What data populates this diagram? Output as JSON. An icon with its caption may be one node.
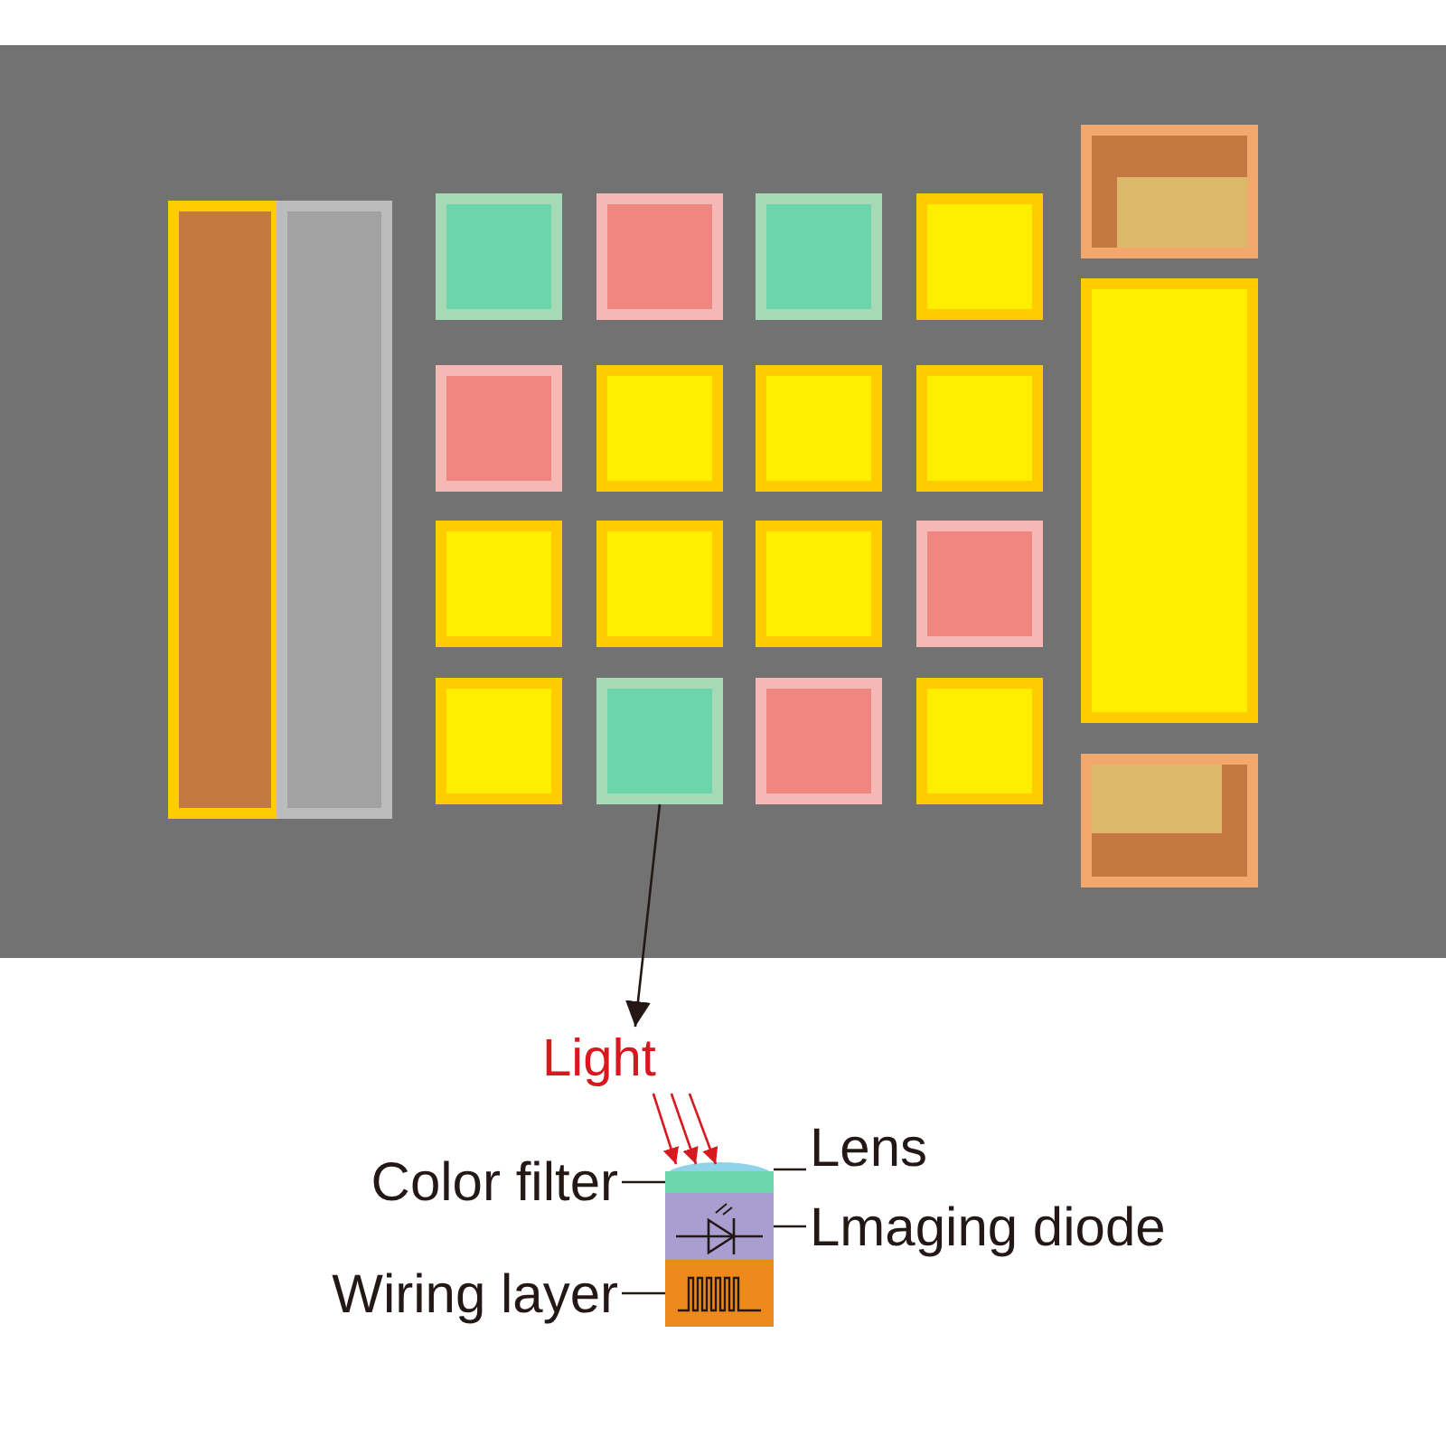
{
  "diagram": {
    "nodes": [
      {
        "text": [],
        "shape": "box"
      },
      {
        "text": [],
        "shape": "box"
      },
      {
        "text": [],
        "shape": "box"
      },
      {
        "text": [],
        "shape": "box"
      },
      {
        "text": [],
        "shape": "box"
      },
      {
        "text": [],
        "shape": "box"
      },
      {
        "text": [],
        "shape": "box"
      },
      {
        "text": [],
        "shape": "box"
      },
      {
        "text": [],
        "shape": "box"
      },
      {
        "text": [],
        "shape": "box"
      },
      {
        "text": [],
        "shape": "box"
      },
      {
        "text": [],
        "shape": "box"
      },
      {
        "text": [],
        "shape": "box"
      },
      {
        "text": [],
        "shape": "box"
      },
      {
        "text": [],
        "shape": "box"
      },
      {
        "text": [],
        "shape": "box"
      },
      {
        "text": [
          "Light"
        ]
      },
      {
        "text": [
          "Lens"
        ]
      },
      {
        "text": [
          "Color filter"
        ]
      },
      {
        "text": [
          "Lmaging diode"
        ]
      },
      {
        "text": [
          "Wiring layer"
        ]
      },
      {
        "text": [],
        "shape": "dome"
      },
      {
        "text": [],
        "shape": "box"
      },
      {
        "text": [],
        "shape": "box"
      },
      {
        "text": [],
        "shape": "box"
      }
    ],
    "edges": [
      {
        "from": 13,
        "to": 16,
        "arrow": "to"
      },
      {
        "from": 16,
        "to": 21,
        "arrow": "to",
        "color": "#d7191f"
      },
      {
        "from": 16,
        "to": 21,
        "arrow": "to",
        "color": "#d7191f"
      },
      {
        "from": 16,
        "to": 21,
        "arrow": "to",
        "color": "#d7191f"
      },
      {
        "from": 17,
        "to": 21,
        "arrow": "none"
      },
      {
        "from": 18,
        "to": 22,
        "arrow": "none"
      },
      {
        "from": 19,
        "to": 23,
        "arrow": "none"
      },
      {
        "from": 20,
        "to": 24,
        "arrow": "none"
      }
    ]
  }
}
